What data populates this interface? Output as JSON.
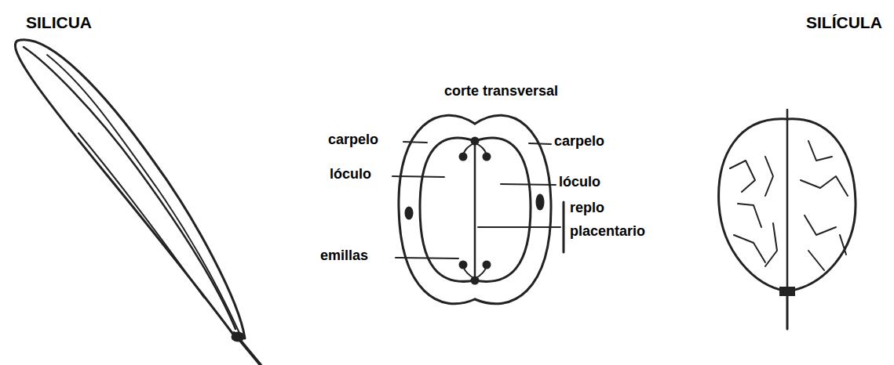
{
  "diagram": {
    "labels": [
      "SILICUA",
      "SILÍCULA",
      "corte transversal",
      "carpelo",
      "carpelo",
      "lóculo",
      "lóculo",
      "replo placentario",
      "emillas"
    ]
  }
}
